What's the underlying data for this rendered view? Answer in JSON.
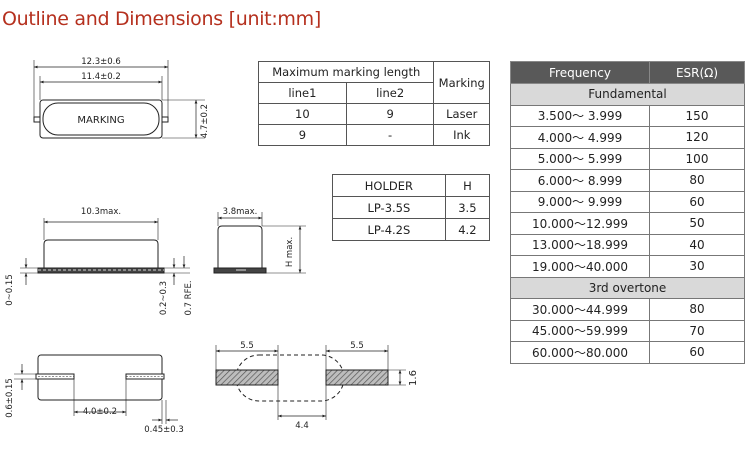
{
  "title": "Outline and Dimensions [unit:mm]",
  "drawing_top": {
    "overall_length": "12.3±0.6",
    "inner_length": "11.4±0.2",
    "marking_text": "MARKING",
    "height": "4.7±0.2"
  },
  "drawing_side": {
    "body_length": "10.3max.",
    "left_offset": "0~0.15",
    "lead_1": "0.2~0.3",
    "lead_2": "0.7 RFE."
  },
  "drawing_end": {
    "width": "3.8max.",
    "height": "H max."
  },
  "drawing_bottom": {
    "left_dim": "0.6±0.15",
    "pitch": "4.0±0.2",
    "lead_width": "0.45±0.3"
  },
  "land_pattern": {
    "pad_left_width": "5.5",
    "pad_right_width": "5.5",
    "pad_height": "1.6",
    "gap": "4.4"
  },
  "marking_table": {
    "header_main": "Maximum marking length",
    "header_marking": "Marking",
    "subheaders": [
      "line1",
      "line2"
    ],
    "rows": [
      {
        "line1": "10",
        "line2": "9",
        "marking": "Laser"
      },
      {
        "line1": "9",
        "line2": "-",
        "marking": "Ink"
      }
    ]
  },
  "holder_table": {
    "headers": [
      "HOLDER",
      "H"
    ],
    "rows": [
      {
        "holder": "LP-3.5S",
        "h": "3.5"
      },
      {
        "holder": "LP-4.2S",
        "h": "4.2"
      }
    ]
  },
  "freq_table": {
    "headers": [
      "Frequency",
      "ESR(Ω)"
    ],
    "sections": [
      {
        "name": "Fundamental",
        "rows": [
          {
            "freq": "3.500～ 3.999",
            "esr": "150"
          },
          {
            "freq": "4.000～ 4.999",
            "esr": "120"
          },
          {
            "freq": "5.000～ 5.999",
            "esr": "100"
          },
          {
            "freq": "6.000～ 8.999",
            "esr": "80"
          },
          {
            "freq": "9.000～ 9.999",
            "esr": "60"
          },
          {
            "freq": "10.000～12.999",
            "esr": "50"
          },
          {
            "freq": "13.000～18.999",
            "esr": "40"
          },
          {
            "freq": "19.000～40.000",
            "esr": "30"
          }
        ]
      },
      {
        "name": "3rd overtone",
        "rows": [
          {
            "freq": "30.000～44.999",
            "esr": "80"
          },
          {
            "freq": "45.000～59.999",
            "esr": "70"
          },
          {
            "freq": "60.000～80.000",
            "esr": "60"
          }
        ]
      }
    ]
  }
}
